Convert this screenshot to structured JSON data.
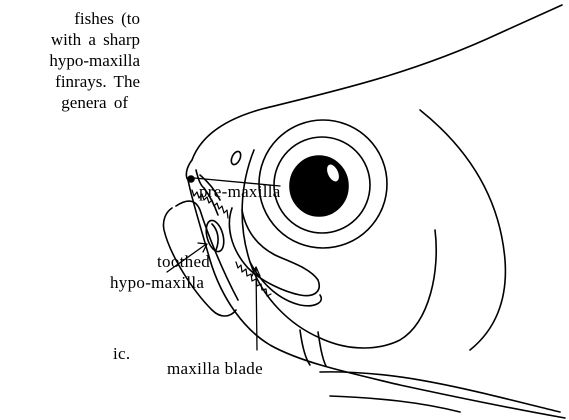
{
  "text_fragment": {
    "lines": [
      "fishes (to",
      "with a sharp",
      "hypo-maxilla",
      "finrays. The",
      "genera of"
    ],
    "stray": "ic."
  },
  "labels": {
    "premaxilla": "pre-maxilla",
    "toothed": "toothed",
    "hypomaxilla": "hypo-maxilla",
    "maxilla_blade": "maxilla blade"
  }
}
